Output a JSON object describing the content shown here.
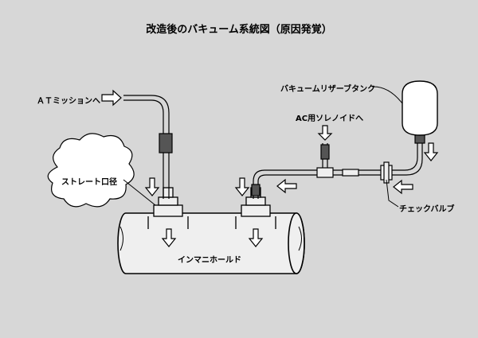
{
  "title": "改造後のバキューム系統図（原因発覚）",
  "labels": {
    "at_mission": "ＡＴミッションへ",
    "vacuum_reserve_tank": "バキュームリザーブタンク",
    "ac_solenoid": "AC用ソレノイドへ",
    "straight_bore": "ストレート口径",
    "check_valve": "チェックバルブ",
    "intake_manifold": "インマニホールド"
  },
  "colors": {
    "background": "#d7d7d7",
    "manifold_fill": "#efefef",
    "line": "#000000"
  }
}
